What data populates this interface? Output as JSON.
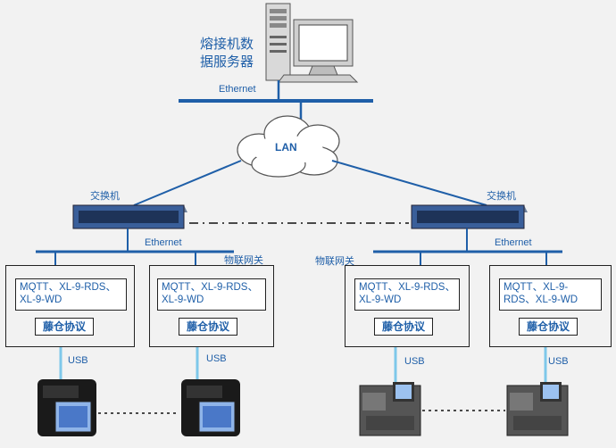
{
  "server": {
    "label": "熔接机数据服务器"
  },
  "labels": {
    "ethernet_top": "Ethernet",
    "lan": "LAN",
    "switch_left": "交换机",
    "switch_right": "交换机",
    "ethernet_left": "Ethernet",
    "ethernet_right": "Ethernet",
    "iot_gateway_left": "物联网关",
    "iot_gateway_right": "物联网关",
    "usb": "USB"
  },
  "gateways": [
    {
      "protocols": "MQTT、XL-9-RDS、XL-9-WD",
      "rattan": "藤仓协议"
    },
    {
      "protocols": "MQTT、XL-9-RDS、XL-9-WD",
      "rattan": "藤仓协议"
    },
    {
      "protocols": "MQTT、XL-9-RDS、XL-9-WD",
      "rattan": "藤仓协议"
    },
    {
      "protocols": "MQTT、XL-9-RDS、XL-9-WD",
      "rattan": "藤仓协议"
    }
  ],
  "colors": {
    "line": "#1f5fa8",
    "text": "#1f5fa8",
    "cloud": "#ffffff"
  }
}
